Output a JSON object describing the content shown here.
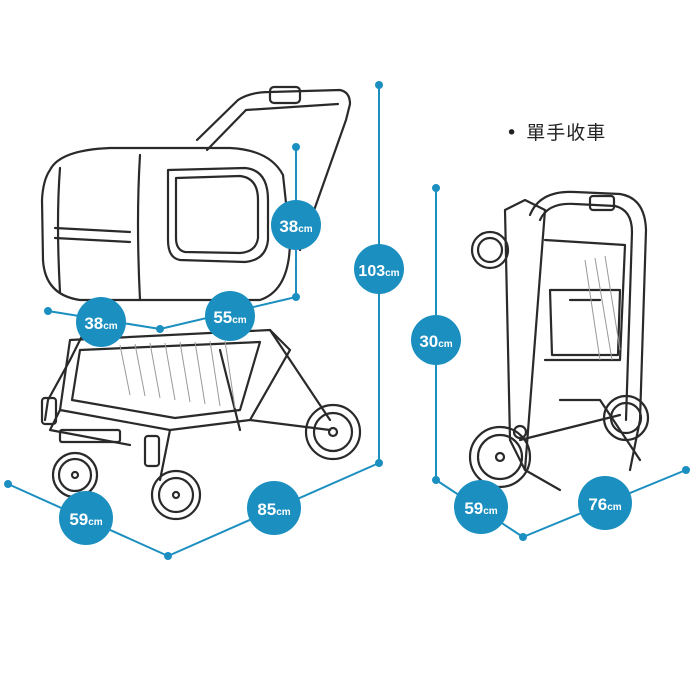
{
  "caption": {
    "bullet": "•",
    "text": "單手收車"
  },
  "unit": "cm",
  "colors": {
    "accent": "#1b8fc0",
    "line": "#2a2a2a",
    "mesh": "#9a9a9a"
  },
  "dimensions": {
    "unfolded_width": "59",
    "unfolded_length": "85",
    "unfolded_height": "103",
    "carrier_depth": "38",
    "carrier_height": "38",
    "carrier_length": "55",
    "folded_height": "30",
    "folded_width": "59",
    "folded_length": "76"
  }
}
